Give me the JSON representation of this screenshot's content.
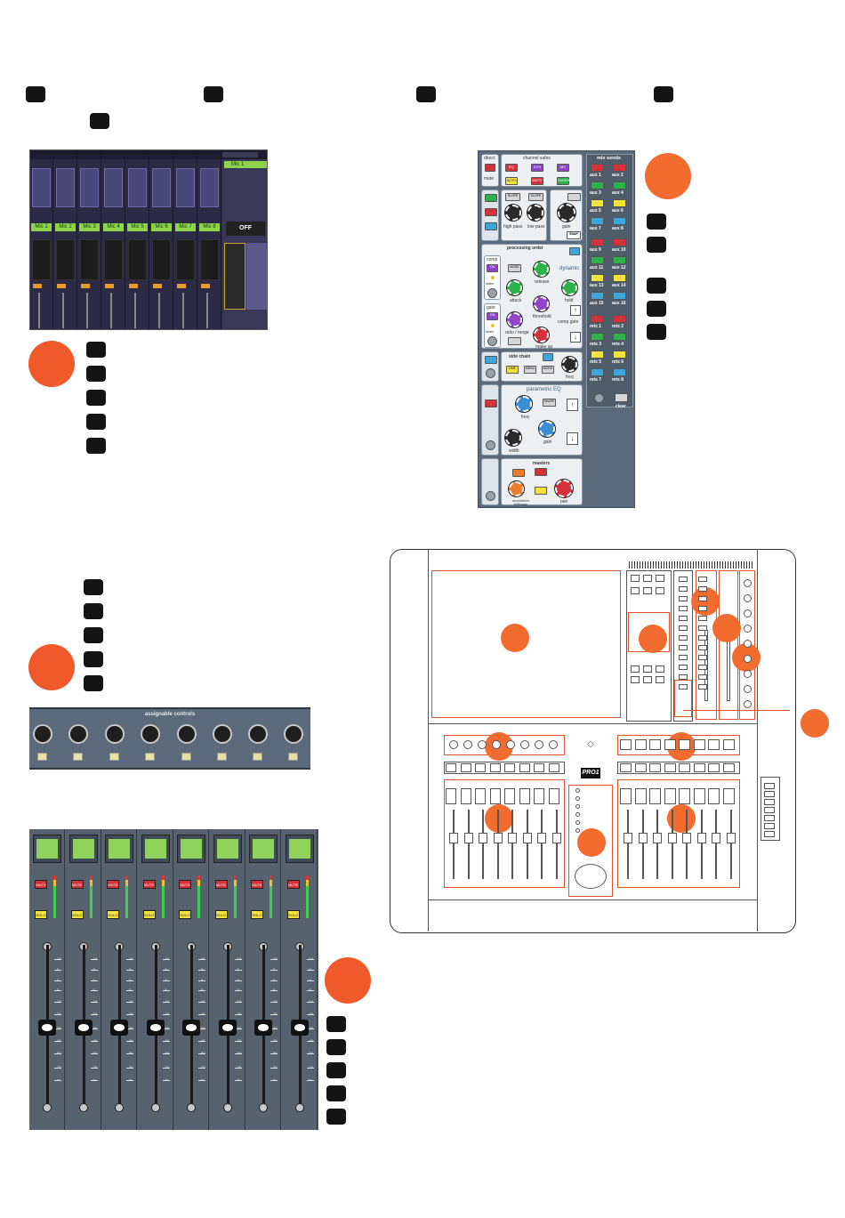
{
  "screen": {
    "mic_labels": [
      "Mic 1",
      "Mic 2",
      "Mic 3",
      "Mic 4",
      "Mic 5",
      "Mic 6",
      "Mic 7",
      "Mic 8"
    ],
    "selected_label": "Mic 1",
    "off_label": "OFF"
  },
  "channel_panel": {
    "direct": "direct",
    "mute": "mute",
    "channel_safes": "channel safes",
    "safes_buttons": [
      "EQ",
      "DYN",
      "MC",
      "AUTO",
      "MUTE",
      "FADER"
    ],
    "filter_buttons": [
      "SLOPE",
      "SLOPE"
    ],
    "high_pass": "high pass",
    "low_pass": "low pass",
    "gain": "gain",
    "snap": "SNAP",
    "processing_order": "processing order",
    "comp": "comp",
    "comp_on": "ON",
    "listen": "listen",
    "gate": "gate",
    "gate_on": "ON",
    "dynamic": "dynamic",
    "mode": "MODE",
    "attack": "attack",
    "release": "release",
    "threshold": "threshold",
    "hold": "hold",
    "ratio_range": "ratio / range",
    "make_up": "make up",
    "comp_gate": "comp gate",
    "side_chain": "side chain",
    "link": "LINK",
    "menu": "MENU",
    "mode2": "MODE",
    "freq": "freq",
    "parametric_eq": "parametric EQ",
    "shape": "SHAPE",
    "eq_freq": "freq",
    "width": "width",
    "eq_gain": "gain",
    "masters": "masters",
    "master_pan_label": "pan",
    "stereo_label": "mono/stereo left/image",
    "mix_sends": "mix sends",
    "sends": [
      "aux 1",
      "aux 2",
      "aux 3",
      "aux 4",
      "aux 5",
      "aux 6",
      "aux 7",
      "aux 8",
      "aux 9",
      "aux 10",
      "aux 11",
      "aux 12",
      "aux 13",
      "aux 14",
      "aux 15",
      "aux 16",
      "mtx 1",
      "mtx 2",
      "mtx 3",
      "mtx 4",
      "mtx 5",
      "mtx 6",
      "mtx 7",
      "mtx 8"
    ],
    "clear": "clear"
  },
  "assignable": {
    "title": "assignable controls"
  },
  "fader_bank": {
    "mute": "MUTE",
    "solo": "SOLO",
    "scale": [
      "10",
      "5",
      "0",
      "5",
      "10",
      "20",
      "30",
      "40",
      "50",
      "70",
      "∞"
    ]
  },
  "console": {
    "logo": "PRO1"
  }
}
